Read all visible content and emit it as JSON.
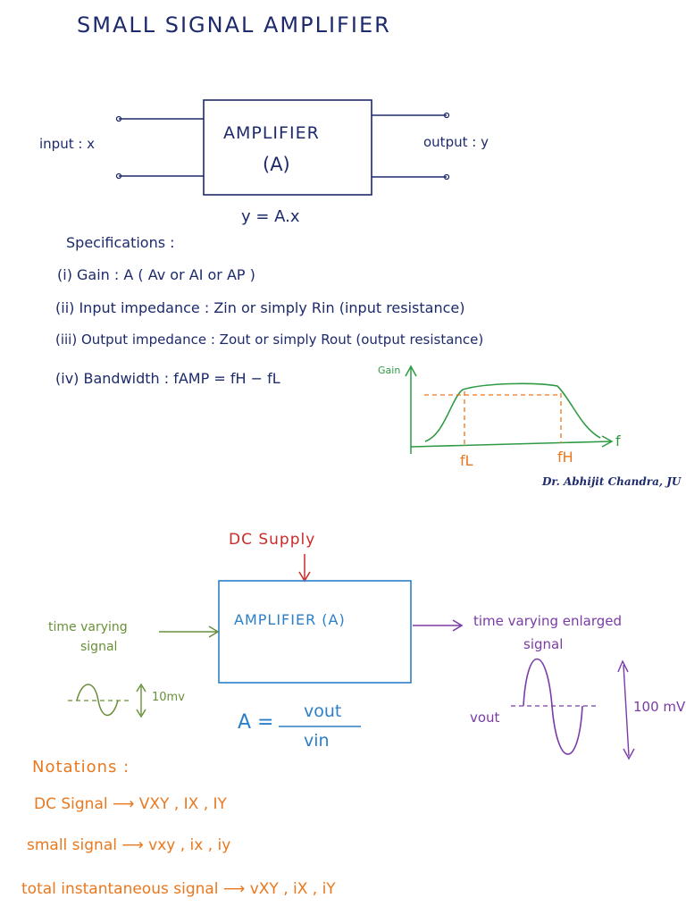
{
  "title": "SMALL SIGNAL AMPLIFIER",
  "block1": {
    "box_line1": "AMPLIFIER",
    "box_line2": "(A)",
    "input_label": "input : x",
    "output_label": "output : y",
    "equation": "y = A.x"
  },
  "specs": {
    "heading": "Specifications :",
    "items": [
      "(i)  Gain : A  ( Av or AI or AP )",
      "(ii) Input impedance : Zin  or  simply Rin (input resistance)",
      "(iii) Output impedance : Zout or simply Rout (output resistance)",
      "(iv) Bandwidth : fAMP = fH − fL"
    ]
  },
  "gain_plot": {
    "y_label": "Gain",
    "x_label": "f",
    "f_low": "fL",
    "f_high": "fH"
  },
  "signature": "Dr. Abhijit Chandra, JU",
  "block2": {
    "dc_supply": "DC Supply",
    "box_label": "AMPLIFIER (A)",
    "input_line1": "time varying",
    "input_line2": "signal",
    "output_line1": "time varying enlarged",
    "output_line2": "signal",
    "input_amp": "10mv",
    "output_amp": "100 mV",
    "vout_label": "vout",
    "gain_formula_lhs": "A =",
    "gain_num": "vout",
    "gain_den": "vin"
  },
  "notations": {
    "heading": "Notations :",
    "dc": "DC Signal ⟶ VXY , IX , IY",
    "small": "small signal ⟶ vxy , ix , iy",
    "total": "total instantaneous signal ⟶ vXY , iX , iY"
  },
  "colors": {
    "navy": "#1d2a6b",
    "green": "#2e9a44",
    "orange": "#e9781e",
    "red": "#cc2a2a",
    "blue": "#2c7fc7",
    "olive": "#6a8f3a",
    "purple": "#7a3ba6"
  }
}
